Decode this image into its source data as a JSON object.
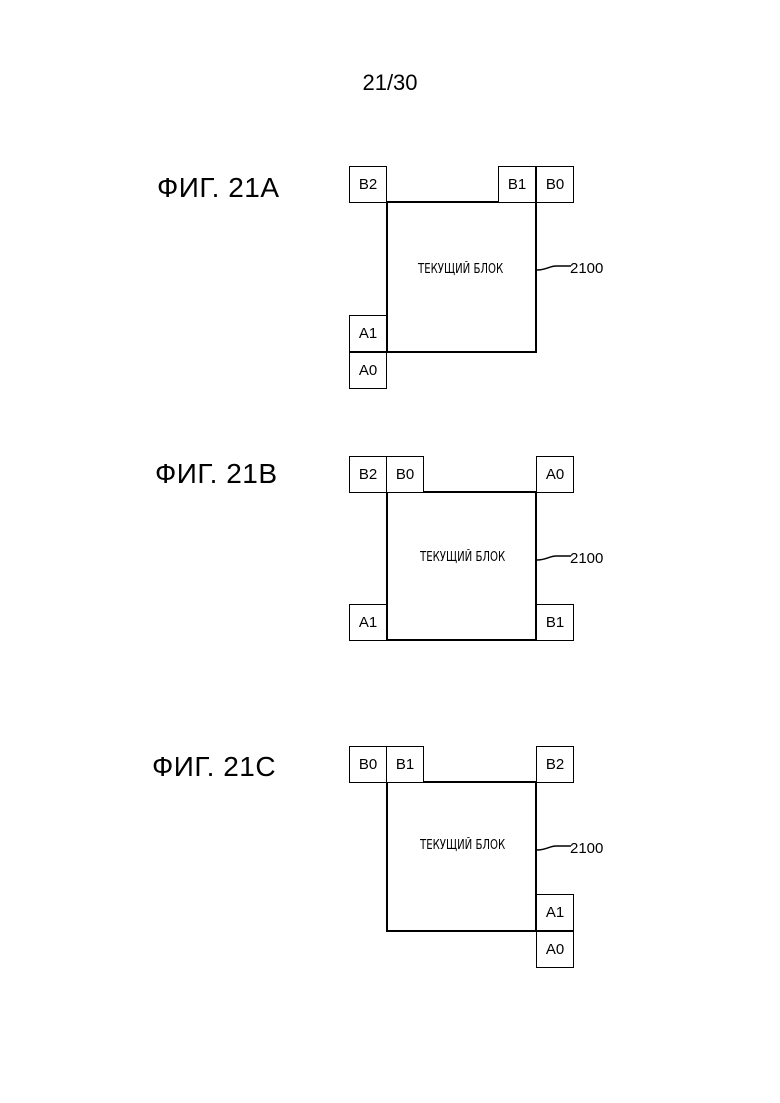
{
  "page_number": "21/30",
  "figures": [
    {
      "label": "ФИГ. 21A",
      "block_text": "ТЕКУЩИЙ БЛОК",
      "ref": "2100",
      "neighbors": {
        "top_left": "B2",
        "top_right_inner": "B1",
        "top_right": "B0",
        "left_bottom_inner": "A1",
        "left_below": "A0"
      }
    },
    {
      "label": "ФИГ. 21B",
      "block_text": "ТЕКУЩИЙ БЛОК",
      "ref": "2100",
      "neighbors": {
        "top_left": "B2",
        "top_left_inner": "B0",
        "top_right": "A0",
        "left_bottom": "A1",
        "right_bottom": "B1"
      }
    },
    {
      "label": "ФИГ. 21C",
      "block_text": "ТЕКУЩИЙ БЛОК",
      "ref": "2100",
      "neighbors": {
        "top_left": "B0",
        "top_left_inner": "B1",
        "top_right": "B2",
        "right_bottom_inner": "A1",
        "right_below": "A0"
      }
    }
  ]
}
